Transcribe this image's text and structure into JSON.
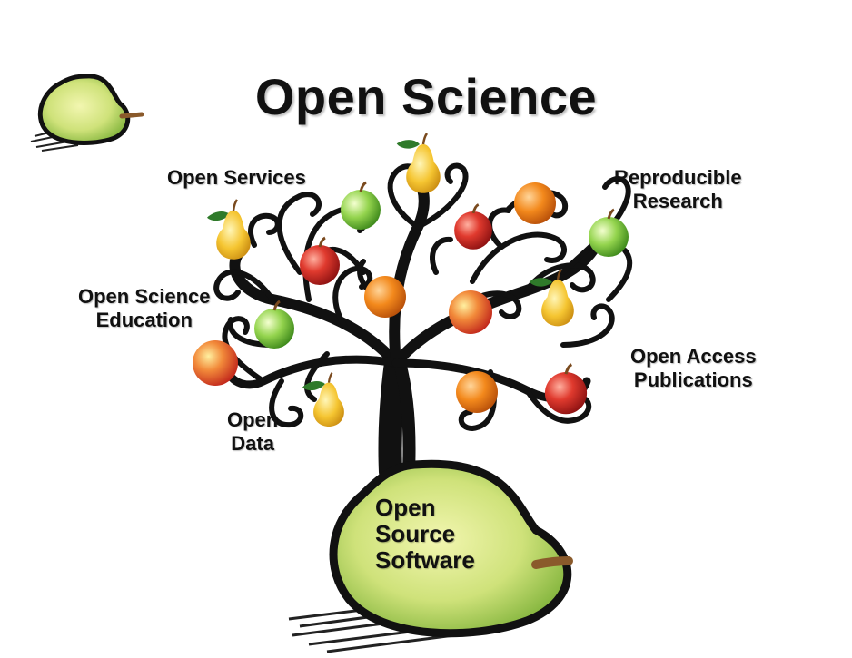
{
  "title": "Open Science",
  "branches": {
    "open_services": "Open Services",
    "reproducible_research": [
      "Reproducible",
      "Research"
    ],
    "open_science_education": [
      "Open Science",
      "Education"
    ],
    "open_access_publications": [
      "Open Access",
      "Publications"
    ],
    "open_data": [
      "Open",
      "Data"
    ]
  },
  "root": [
    "Open",
    "Source",
    "Software"
  ],
  "colors": {
    "trunk": "#111111",
    "pear_body": "#cfe27a",
    "pear_edge": "#6fa32e",
    "apple_red": "#d8322c",
    "apple_green": "#8fd14a",
    "orange": "#f08a1c",
    "pear_yellow": "#f5c531",
    "leaf": "#2f7a2a",
    "stem": "#8a5a2b"
  },
  "icons": [
    "pear-logo-icon",
    "tree-icon",
    "apple-icon",
    "pear-icon",
    "orange-icon",
    "peach-icon"
  ]
}
